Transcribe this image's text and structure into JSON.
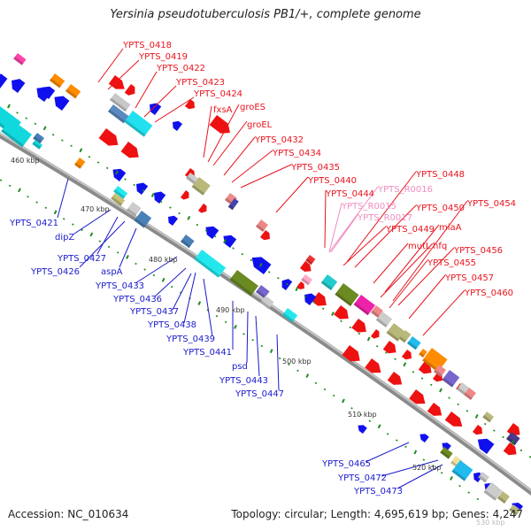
{
  "header": {
    "title": "Yersinia pseudotuberculosis PB1/+, complete genome"
  },
  "footer": {
    "accession": "Accession: NC_010634",
    "summary": "Topology: circular; Length: 4,695,619 bp; Genes: 4,247"
  },
  "colors": {
    "forward_label": "#e8141e",
    "reverse_label": "#1a1acc",
    "rna_label": "#f08cc0",
    "backbone": "#9a9a9a",
    "tick": "#1e8c1e"
  },
  "kbp_marks": [
    "460 kbp",
    "470 kbp",
    "480 kbp",
    "490 kbp",
    "500 kbp",
    "510 kbp",
    "520 kbp",
    "530 kbp"
  ],
  "forward_labels": [
    "YPTS_0418",
    "YPTS_0419",
    "YPTS_0422",
    "YPTS_0423",
    "YPTS_0424",
    "fxsA",
    "groES",
    "groEL",
    "YPTS_0432",
    "YPTS_0434",
    "YPTS_0435",
    "YPTS_0440",
    "YPTS_0444",
    "YPTS_0448",
    "YPTS_0450",
    "YPTS_0454",
    "YPTS_0449",
    "miaA",
    "mutL",
    "hfq",
    "YPTS_0456",
    "YPTS_0455",
    "YPTS_0457",
    "YPTS_0460"
  ],
  "rna_labels": [
    "YPTS_R0016",
    "YPTS_R0015",
    "YPTS_R0017"
  ],
  "reverse_labels": [
    "YPTS_0421",
    "dipZ",
    "YPTS_0427",
    "YPTS_0426",
    "aspA",
    "YPTS_0433",
    "YPTS_0436",
    "YPTS_0437",
    "YPTS_0438",
    "YPTS_0439",
    "YPTS_0441",
    "psd",
    "YPTS_0443",
    "YPTS_0447",
    "YPTS_0465",
    "YPTS_0472",
    "YPTS_0473"
  ]
}
